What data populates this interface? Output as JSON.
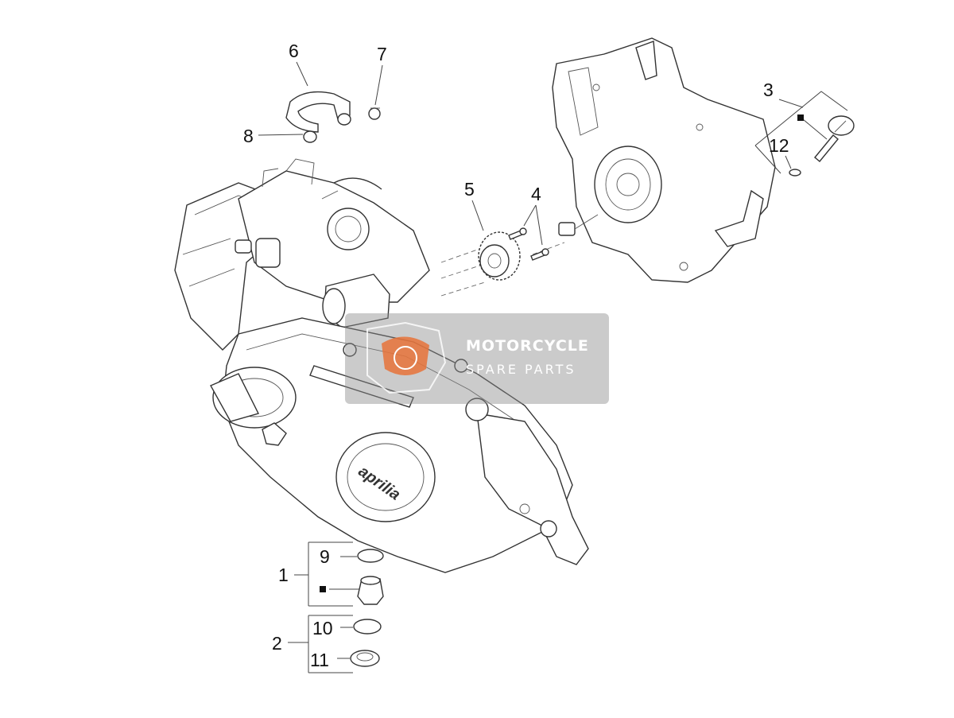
{
  "callouts": {
    "c1": "1",
    "c2": "2",
    "c3": "3",
    "c4": "4",
    "c5": "5",
    "c6": "6",
    "c7": "7",
    "c8": "8",
    "c9": "9",
    "c10": "10",
    "c11": "11",
    "c12": "12"
  },
  "engine_cover_logo": "aprilia",
  "watermark": {
    "title": "MOTORCYCLE",
    "subtitle": "SPARE PARTS"
  },
  "colors": {
    "line": "#333333",
    "watermark_bg": "#8c8c8c",
    "watermark_accent": "#e8733a"
  }
}
